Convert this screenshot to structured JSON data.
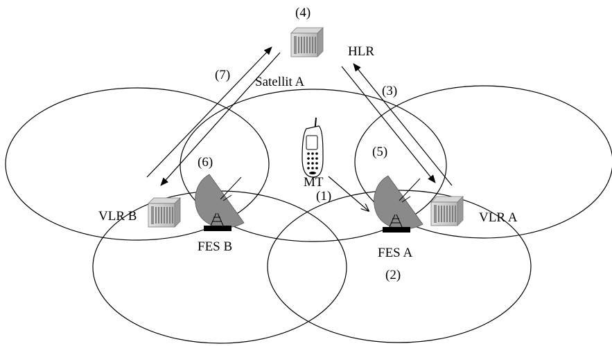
{
  "labels": {
    "step4": "(4)",
    "hlr": "HLR",
    "step7": "(7)",
    "satellite": "Satellit A",
    "step3": "(3)",
    "step5": "(5)",
    "step6": "(6)",
    "mt": "MT",
    "step1": "(1)",
    "vlr_b": "VLR B",
    "vlr_a": "VLR A",
    "fes_b": "FES B",
    "fes_a": "FES A",
    "step2": "(2)"
  },
  "icons": {
    "server": "server-rack-icon",
    "dish": "satellite-dish-icon",
    "phone": "mobile-phone-icon"
  }
}
